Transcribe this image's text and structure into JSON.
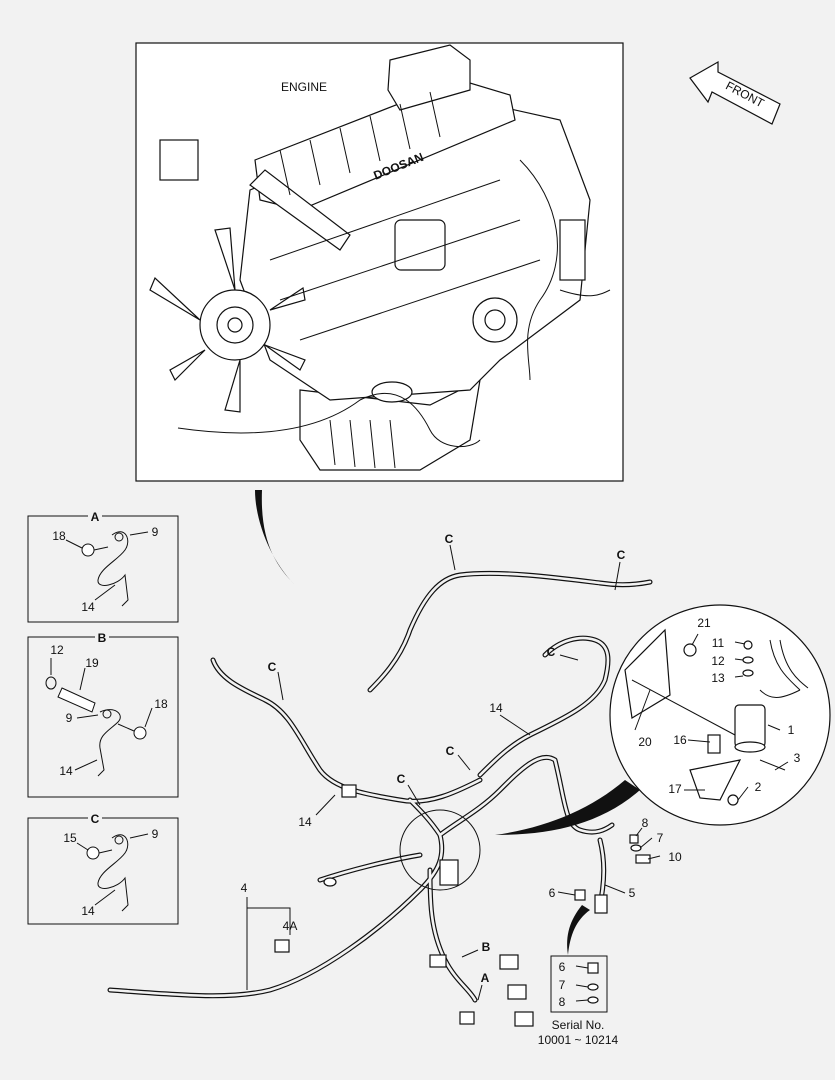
{
  "engine": {
    "title": "ENGINE",
    "brand": "DOOSAN",
    "front": "FRONT"
  },
  "inset_a": {
    "title": "A",
    "parts": [
      "18",
      "9",
      "14"
    ]
  },
  "inset_b": {
    "title": "B",
    "parts": [
      "12",
      "19",
      "9",
      "18",
      "14"
    ]
  },
  "inset_c": {
    "title": "C",
    "parts": [
      "15",
      "9",
      "14"
    ]
  },
  "main": {
    "clip_callouts": [
      "C",
      "C",
      "C",
      "C",
      "C",
      "C",
      "B",
      "A"
    ],
    "callouts": [
      "21",
      "11",
      "12",
      "13",
      "20",
      "16",
      "1",
      "3",
      "17",
      "2",
      "8",
      "7",
      "10",
      "6",
      "5",
      "14",
      "14",
      "4",
      "4A"
    ]
  },
  "detail": {
    "parts": [
      "6",
      "7",
      "8"
    ],
    "serial_label": "Serial No.",
    "serial_range": "10001 ~ 10214"
  },
  "colors": {
    "line": "#111111",
    "background": "#f2f2f2",
    "paper": "#ffffff"
  }
}
